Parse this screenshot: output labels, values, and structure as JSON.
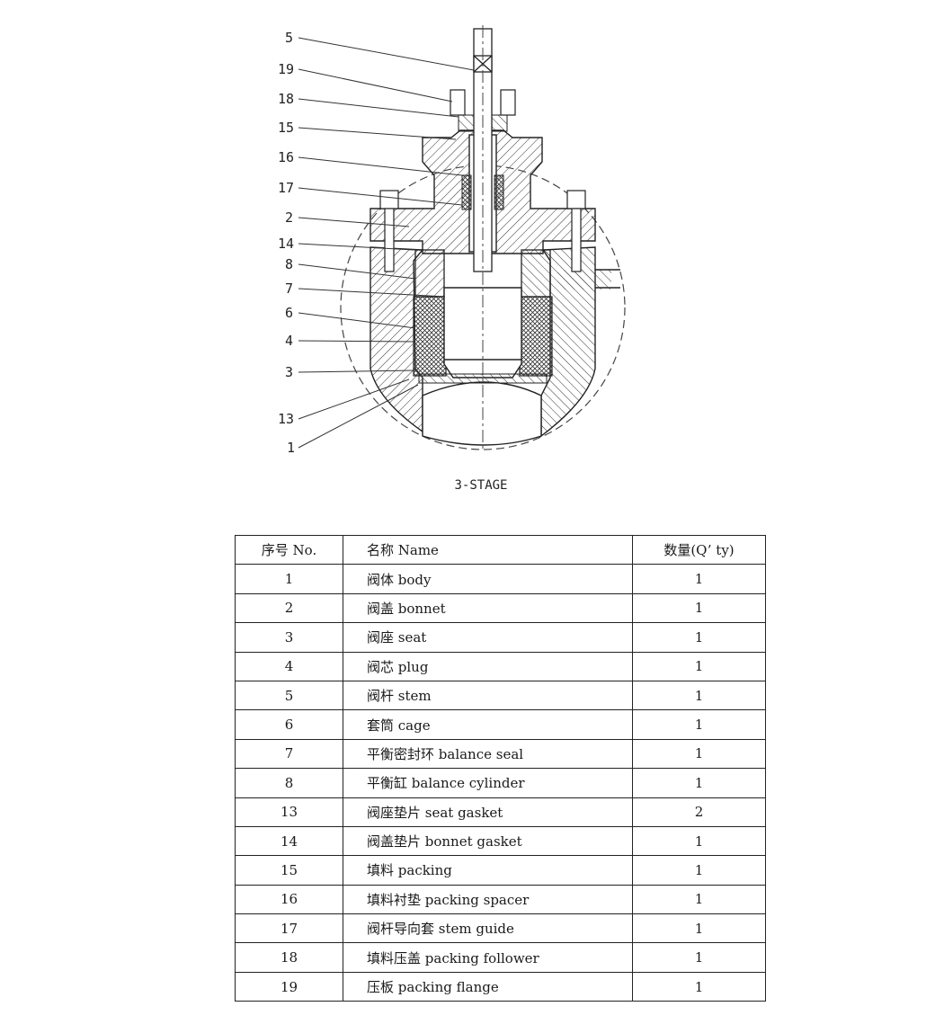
{
  "drawing": {
    "caption": "3-STAGE",
    "callouts": [
      {
        "num": "5"
      },
      {
        "num": "19"
      },
      {
        "num": "18"
      },
      {
        "num": "15"
      },
      {
        "num": "16"
      },
      {
        "num": "17"
      },
      {
        "num": "2"
      },
      {
        "num": "14"
      },
      {
        "num": "8"
      },
      {
        "num": "7"
      },
      {
        "num": "6"
      },
      {
        "num": "4"
      },
      {
        "num": "3"
      },
      {
        "num": "13"
      },
      {
        "num": "1"
      }
    ]
  },
  "table": {
    "headers": {
      "no": "序号 No.",
      "name": "名称 Name",
      "qty": "数量(Q’ ty)"
    },
    "rows": [
      {
        "no": "1",
        "name": "阀体 body",
        "qty": "1"
      },
      {
        "no": "2",
        "name": "阀盖 bonnet",
        "qty": "1"
      },
      {
        "no": "3",
        "name": "阀座 seat",
        "qty": "1"
      },
      {
        "no": "4",
        "name": "阀芯 plug",
        "qty": "1"
      },
      {
        "no": "5",
        "name": "阀杆 stem",
        "qty": "1"
      },
      {
        "no": "6",
        "name": "套筒 cage",
        "qty": "1"
      },
      {
        "no": "7",
        "name": "平衡密封环 balance seal",
        "qty": "1"
      },
      {
        "no": "8",
        "name": "平衡缸 balance cylinder",
        "qty": "1"
      },
      {
        "no": "13",
        "name": "阀座垫片 seat gasket",
        "qty": "2"
      },
      {
        "no": "14",
        "name": "阀盖垫片 bonnet gasket",
        "qty": "1"
      },
      {
        "no": "15",
        "name": "填料 packing",
        "qty": "1"
      },
      {
        "no": "16",
        "name": "填料衬垫 packing spacer",
        "qty": "1"
      },
      {
        "no": "17",
        "name": "阀杆导向套 stem guide",
        "qty": "1"
      },
      {
        "no": "18",
        "name": "填料压盖 packing follower",
        "qty": "1"
      },
      {
        "no": "19",
        "name": "压板 packing flange",
        "qty": "1"
      }
    ]
  }
}
